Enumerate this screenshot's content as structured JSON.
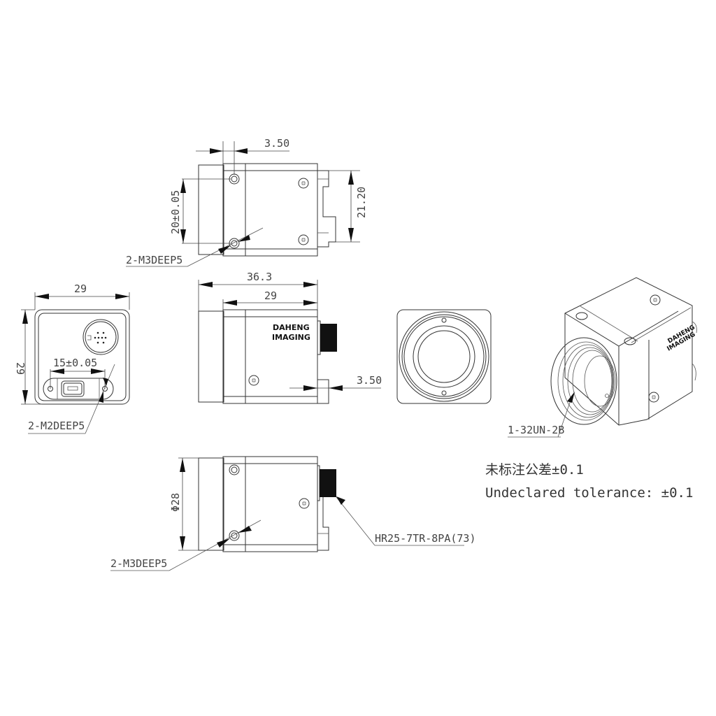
{
  "drawing": {
    "subject": "Camera outline dimension drawing",
    "brand_logo": {
      "line1": "DAHENG",
      "line2": "IMAGING"
    },
    "top_view": {
      "dim_offset": "3.50",
      "dim_hole_spacing": "20±0.05",
      "dim_height": "21.20",
      "callout_holes": "2-M3DEEP5"
    },
    "rear_view": {
      "dim_width": "29",
      "dim_height": "29",
      "dim_hole_spacing": "15±0.05",
      "callout_holes": "2-M2DEEP5"
    },
    "side_view": {
      "dim_total_length": "36.3",
      "dim_body_length": "29",
      "dim_connector_offset": "3.50"
    },
    "front_view": {},
    "iso_view": {
      "callout_thread": "1-32UN-2B"
    },
    "bottom_view": {
      "dim_diameter": "Φ28",
      "callout_holes": "2-M3DEEP5",
      "callout_connector": "HR25-7TR-8PA(73)"
    },
    "notes": {
      "tolerance_cn": "未标注公差±0.1",
      "tolerance_en": "Undeclared tolerance: ±0.1"
    }
  }
}
